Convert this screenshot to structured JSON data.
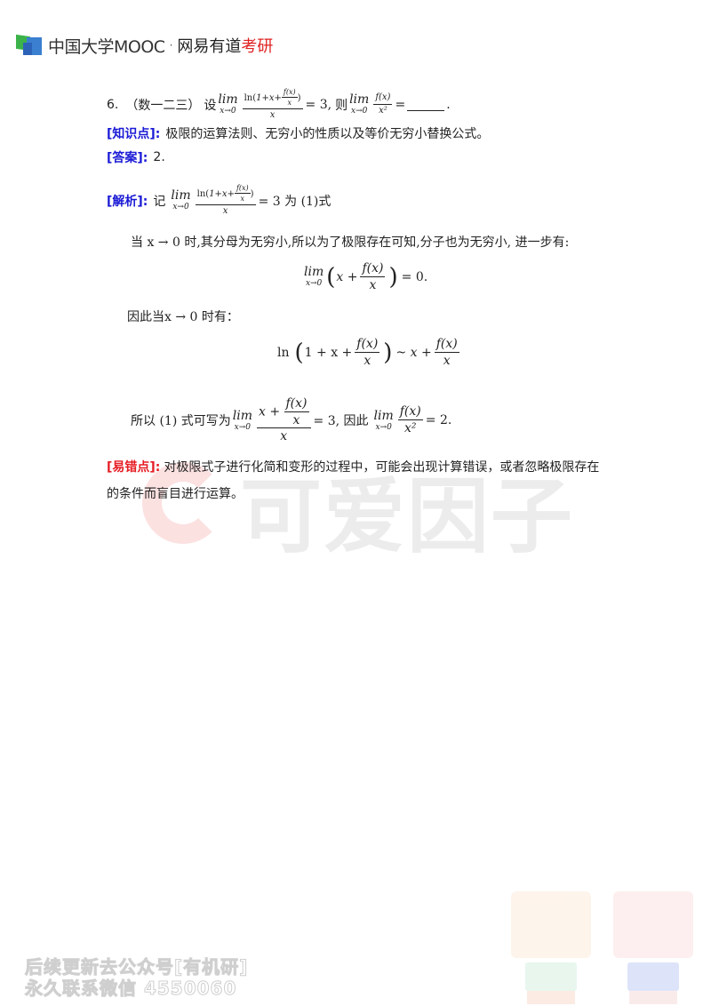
{
  "header": {
    "logo_icon": "mooc-book-icon",
    "brand_primary": "中国大学MOOC",
    "separator": "·",
    "brand_secondary": "网易有道",
    "brand_highlight": "考研",
    "colors": {
      "green": "#3cb34a",
      "blue": "#3a7fd0",
      "red": "#e02020"
    }
  },
  "problem": {
    "number": "6.",
    "source": "（数一二三）",
    "lead": "设",
    "lim": "lim",
    "lim_sub": "x→0",
    "given_num": "ln(1+x+f(x)/x)",
    "given_num_ln": "ln",
    "given_num_inner_pre": "1+x+",
    "given_num_fx": "f(x)",
    "given_num_x": "x",
    "given_den": "x",
    "given_eq": "= 3,",
    "then": "则",
    "ask_num": "f(x)",
    "ask_den": "x²",
    "ask_eq": "="
  },
  "knowledge": {
    "label": "[知识点]:",
    "text": "极限的运算法则、无穷小的性质以及等价无穷小替换公式。"
  },
  "answer": {
    "label": "[答案]:",
    "value": "2."
  },
  "analysis": {
    "label": "[解析]:",
    "intro": "记",
    "suffix": "= 3 为 (1)式",
    "para1": "当 x → 0 时,其分母为无穷小,所以为了极限存在可知,分子也为无穷小, 进一步有:",
    "eq1_left": "x +",
    "eq1_right": "= 0.",
    "para2": "因此当x → 0 时有：",
    "eq2_ln": "ln",
    "eq2_inner": "1 + x +",
    "eq2_equiv": "~ x +",
    "para3_pre": "所以 (1) 式可写为",
    "para3_num_pre": "x +",
    "para3_mid": "= 3, 因此",
    "para3_end": "= 2."
  },
  "pitfall": {
    "label": "[易错点]:",
    "line1": "对极限式子进行化简和变形的过程中，可能会出现计算错误，或者忽略极限存在",
    "line2": "的条件而盲目进行运算。"
  },
  "watermarks": {
    "center_text": "可爱因子",
    "footer_line1": "后续更新去公众号[有机研]",
    "footer_line2": "永久联系微信 4550060",
    "mascot_icon": "mooc-kids-mascot-icon"
  },
  "colors": {
    "label_blue": "#1a1ad6",
    "label_red": "#e51c23",
    "text": "#222222"
  }
}
